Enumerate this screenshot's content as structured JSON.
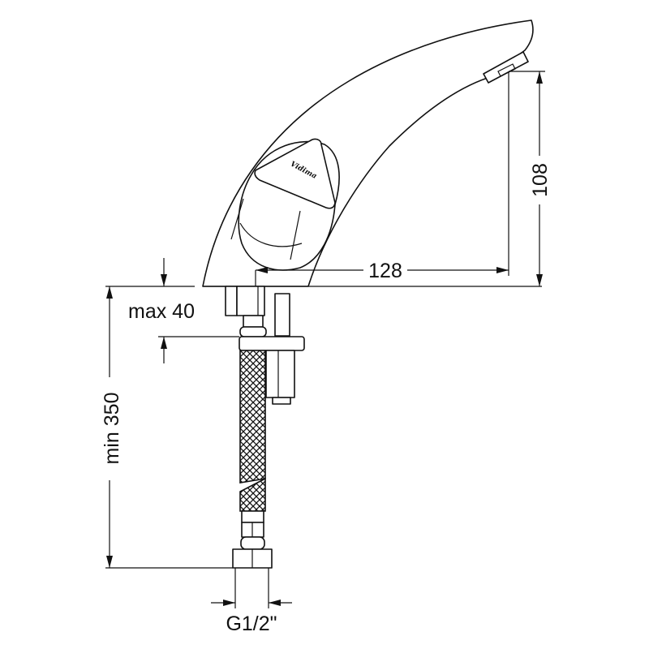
{
  "title": "Faucet dimension drawing",
  "dimensions": {
    "spout_reach": "128",
    "spout_height": "108",
    "max_deck_thickness": "max 40",
    "min_hose_length": "min 350",
    "connection_thread": "G1/2\""
  },
  "logo_text": "Vidima",
  "colors": {
    "line": "#111111",
    "background": "#ffffff"
  }
}
